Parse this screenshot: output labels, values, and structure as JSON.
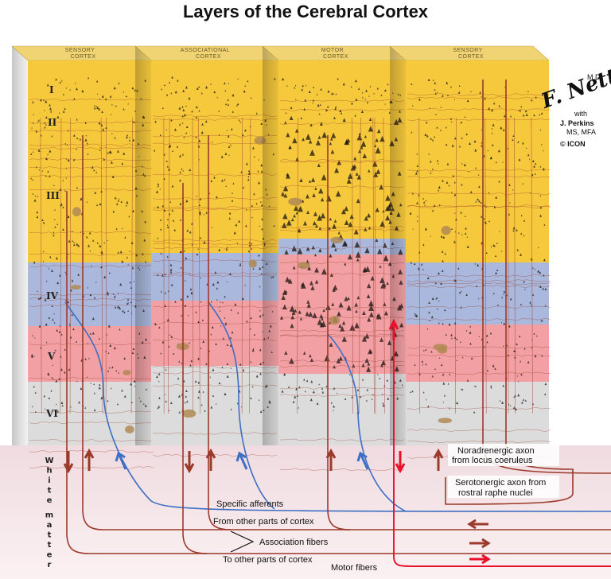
{
  "title": "Layers of the Cerebral Cortex",
  "columns": [
    {
      "header_top": "SENSORY",
      "header_bottom": "CORTEX"
    },
    {
      "header_top": "ASSOCIATIONAL",
      "header_bottom": "CORTEX"
    },
    {
      "header_top": "MOTOR",
      "header_bottom": "CORTEX"
    },
    {
      "header_top": "SENSORY",
      "header_bottom": "CORTEX"
    }
  ],
  "layers": [
    "I",
    "II",
    "III",
    "IV",
    "V",
    "VI"
  ],
  "white_matter_letters": [
    "W",
    "h",
    "i",
    "t",
    "e",
    "m",
    "a",
    "t",
    "t",
    "e",
    "r"
  ],
  "labels": {
    "noradrenergic_1": "Noradrenergic axon",
    "noradrenergic_2": "from locus coeruleus",
    "serotonergic_1": "Serotonergic axon from",
    "serotonergic_2": "rostral raphe nuclei",
    "specific_afferents": "Specific afferents",
    "from_other_parts": "From other parts of cortex",
    "association_fibers": "Association fibers",
    "to_other_parts": "To other parts of cortex",
    "motor_fibers": "Motor fibers"
  },
  "credit": {
    "signature": "F. Netter",
    "signature_suffix": "M.D.",
    "with": "with",
    "name": "J. Perkins",
    "degrees": "MS, MFA",
    "copyright": "© ICON"
  },
  "colors": {
    "layer_yellow": "#f6c93c",
    "layer_blue": "#a9b8dc",
    "layer_pink": "#f2a0a4",
    "layer_gray": "#dcdcdc",
    "white_matter": "#f7e3e6",
    "fiber_blue": "#3d6fc4",
    "fiber_brown": "#9b3a2a",
    "fiber_red": "#e8102a"
  }
}
